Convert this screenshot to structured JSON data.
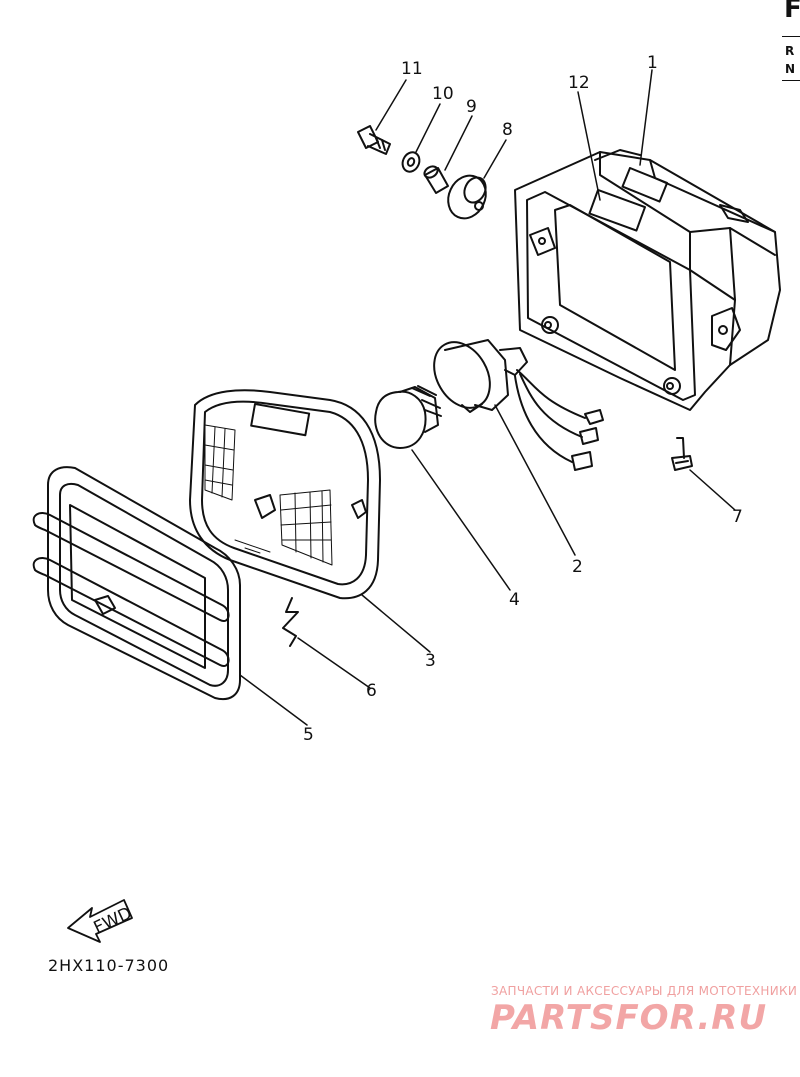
{
  "callouts": [
    {
      "id": "1",
      "text": "1"
    },
    {
      "id": "2",
      "text": "2"
    },
    {
      "id": "3",
      "text": "3"
    },
    {
      "id": "4",
      "text": "4"
    },
    {
      "id": "5",
      "text": "5"
    },
    {
      "id": "6",
      "text": "6"
    },
    {
      "id": "7",
      "text": "7"
    },
    {
      "id": "8",
      "text": "8"
    },
    {
      "id": "9",
      "text": "9"
    },
    {
      "id": "10",
      "text": "10"
    },
    {
      "id": "11",
      "text": "11"
    },
    {
      "id": "12",
      "text": "12"
    }
  ],
  "fwd_label": "FWD",
  "diagram_code": "2HX110-7300",
  "header": {
    "letter": "F",
    "col_r": "R",
    "col_n": "N"
  },
  "watermark": {
    "tagline": "ЗАПЧАСТИ И АКСЕССУАРЫ ДЛЯ МОТОТЕХНИКИ",
    "site": "PARTSFOR.RU"
  },
  "colors": {
    "line": "#111111",
    "watermark": "#f2a6a6",
    "background": "#ffffff"
  }
}
